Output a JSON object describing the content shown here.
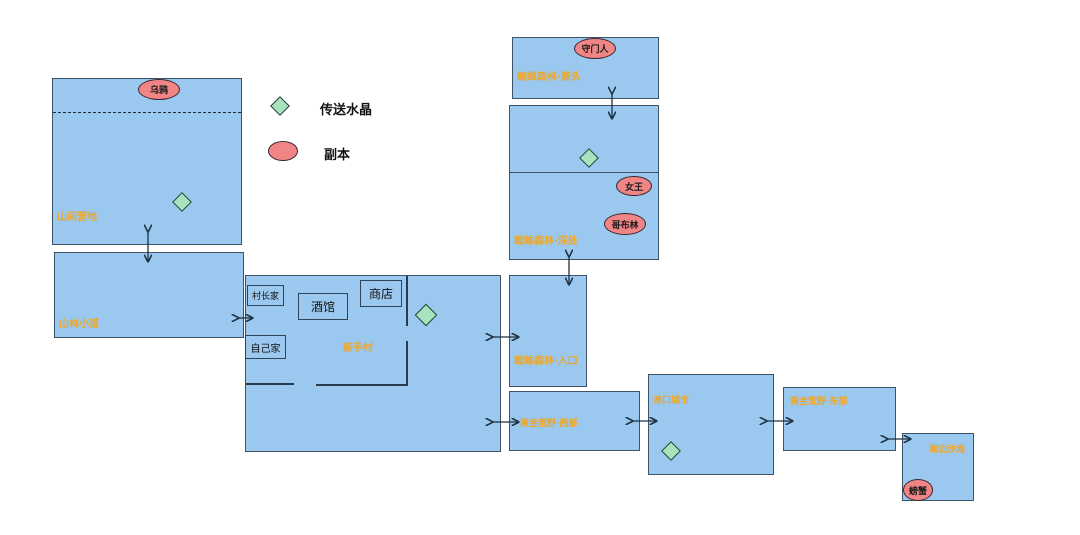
{
  "legend": {
    "crystal_label": "传送水晶",
    "dungeon_label": "副本"
  },
  "zones": {
    "mountain_camp": "山间营地",
    "forest_path": "山林小道",
    "village": "新手村",
    "spider_source": "蜘蛛森林·源头",
    "spider_deep": "蜘蛛森林·深处",
    "spider_entrance": "蜘蛛森林·入口",
    "wild_west": "黄金荒野·西部",
    "port_city": "港口城市",
    "wild_east": "黄金荒野·东部",
    "beach": "海边沙滩"
  },
  "buildings": {
    "chief_house": "村长家",
    "tavern": "酒馆",
    "shop": "商店",
    "own_house": "自己家"
  },
  "dungeons": {
    "crow": "乌鸦",
    "gatekeeper": "守门人",
    "queen": "女王",
    "goblin": "哥布林",
    "crab": "螃蟹"
  },
  "colors": {
    "zone_fill": "#9ac8ee",
    "zone_label": "#f2a623",
    "crystal": "#a7e3bc",
    "dungeon": "#f08585"
  }
}
